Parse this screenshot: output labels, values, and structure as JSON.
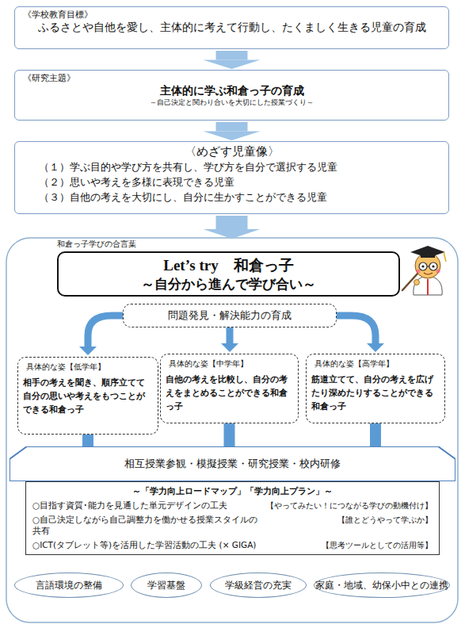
{
  "diagram": {
    "nodes": [
      {
        "text": [
          "《学校教育目標》",
          "ふるさとや自他を愛し、主体的に考えて行動し、たくましく生きる児童の育成"
        ]
      },
      {
        "text": [
          "《研究主題》",
          "主体的に学ぶ和倉っ子の育成",
          "～自己決定と関わり合いを大切にした授業づくり～"
        ]
      },
      {
        "text": [
          "〈めざす児童像〉",
          "（１）学ぶ目的や学び方を共有し、学び方を自分で選択する児童",
          "（２）思いや考えを多様に表現できる児童",
          "（３）自他の考えを大切にし、自分に生かすことができる児童"
        ]
      },
      {
        "text": [
          "和倉っ子学びの合言葉",
          "Let’s try　和倉っ子",
          "～自分から進んで学び合い～"
        ]
      },
      {
        "text": [
          "問題発見・解決能力の育成"
        ]
      },
      {
        "text": [
          "具体的な姿【低学年】",
          "相手の考えを聞き、順序立てて自分の思いや考えをもつことができる和倉っ子"
        ]
      },
      {
        "text": [
          "具体的な姿【中学年】",
          "自他の考えを比較し、自分の考えをまとめることができる和倉っ子"
        ]
      },
      {
        "text": [
          "具体的な姿【高学年】",
          "筋道立てて、自分の考えを広げたり深めたりすることができる和倉っ子"
        ]
      },
      {
        "text": [
          "相互授業参観・模擬授業・研究授業・校内研修"
        ]
      },
      {
        "text": [
          "～「学力向上ロードマップ」「学力向上プラン」～",
          "○目指す資質･能力を見通した単元デザインの工夫",
          "【やってみたい！につながる学びの動機付け】",
          "○自己決定しながら自己調整力を働かせる授業スタイルの共有",
          "【誰とどうやって学ぶか】",
          "○ICT(タブレット等)を活用した学習活動の工夫 (× GIGA)",
          "【思考ツールとしての活用等】"
        ]
      },
      {
        "text": [
          "言語環境の整備"
        ]
      },
      {
        "text": [
          "学習基盤"
        ]
      },
      {
        "text": [
          "学級経営の充実"
        ]
      },
      {
        "text": [
          "家庭・地域、幼保小中との連携"
        ]
      }
    ],
    "edges": [
      {
        "from": 0,
        "to": 1,
        "arrow": "to"
      },
      {
        "from": 1,
        "to": 2,
        "arrow": "to"
      },
      {
        "from": 2,
        "to": 3,
        "arrow": "to"
      },
      {
        "from": 4,
        "to": 5,
        "arrow": "to"
      },
      {
        "from": 4,
        "to": 6,
        "arrow": "to"
      },
      {
        "from": 4,
        "to": 7,
        "arrow": "to"
      },
      {
        "from": 5,
        "to": 8,
        "arrow": "none"
      },
      {
        "from": 6,
        "to": 8,
        "arrow": "none"
      },
      {
        "from": 7,
        "to": 8,
        "arrow": "none"
      }
    ]
  }
}
